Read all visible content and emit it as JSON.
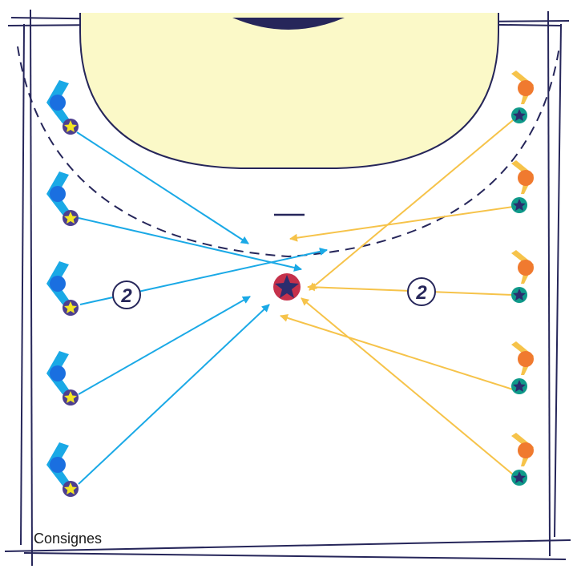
{
  "caption": "Consignes",
  "colors": {
    "court_line": "#26265a",
    "zone_fill": "#fbf9c8",
    "blue_team": "#1aa9e6",
    "blue_player": "#1a6fe0",
    "blue_marker": "#f4e623",
    "orange_team": "#f6c34a",
    "orange_player": "#f07a2f",
    "orange_marker": "#0f9a8a",
    "ball_fill": "#c5314b",
    "ball_star": "#2b2d6e"
  },
  "icons": {
    "player": "chevron-player-icon",
    "star": "star-marker-icon",
    "ball": "ball-star-icon",
    "count_badge": "number-badge-icon"
  },
  "badges": [
    {
      "label": "2",
      "team": "blue"
    },
    {
      "label": "2",
      "team": "orange"
    }
  ],
  "teams": {
    "blue": {
      "player_count": 5
    },
    "orange": {
      "player_count": 5
    }
  }
}
